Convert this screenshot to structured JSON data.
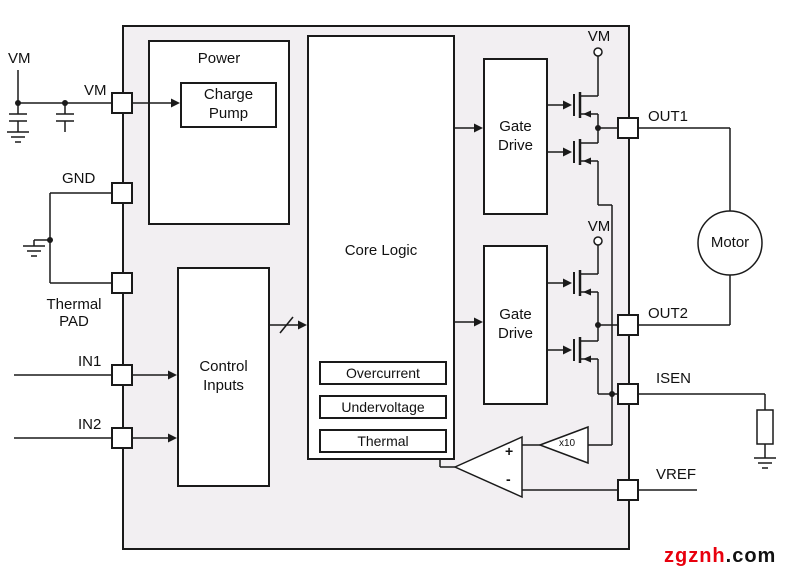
{
  "supply": {
    "left_vm": "VM",
    "bridge_vm_top": "VM",
    "bridge_vm_bottom": "VM"
  },
  "pins": {
    "vm": "VM",
    "gnd": "GND",
    "thermal_pad": [
      "Thermal",
      "PAD"
    ],
    "in1": "IN1",
    "in2": "IN2",
    "out1": "OUT1",
    "out2": "OUT2",
    "isen": "ISEN",
    "vref": "VREF"
  },
  "blocks": {
    "power": "Power",
    "charge_pump": [
      "Charge",
      "Pump"
    ],
    "control_inputs": [
      "Control",
      "Inputs"
    ],
    "core_logic": "Core Logic",
    "monitors": [
      "Overcurrent",
      "Undervoltage",
      "Thermal"
    ],
    "gate_drive_top": [
      "Gate",
      "Drive"
    ],
    "gate_drive_bottom": [
      "Gate",
      "Drive"
    ]
  },
  "sense": {
    "gain": "x10",
    "plus": "+",
    "minus": "-"
  },
  "motor": "Motor",
  "watermark": {
    "brand": "zgznh",
    "suffix": ".com"
  }
}
